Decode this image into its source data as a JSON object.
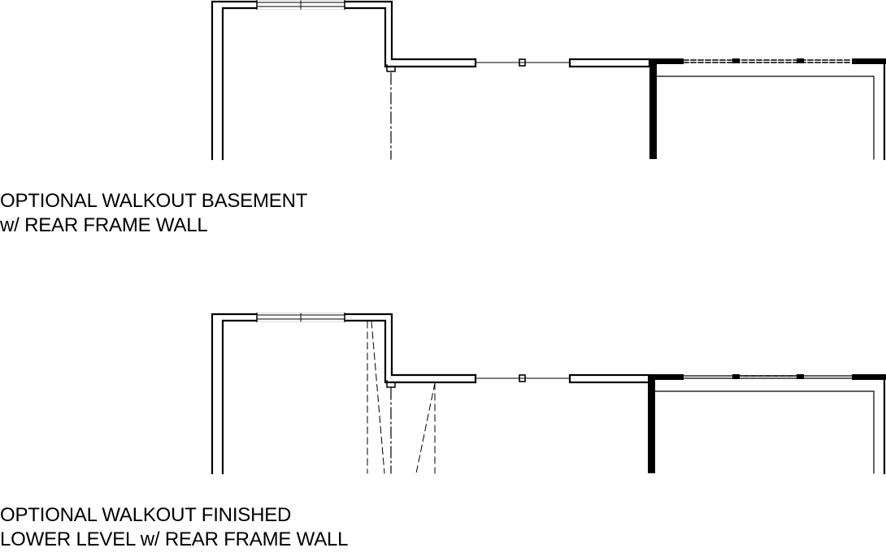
{
  "plans": [
    {
      "label_line1": "OPTIONAL WALKOUT BASEMENT",
      "label_line2": "w/ REAR FRAME WALL"
    },
    {
      "label_line1": "OPTIONAL WALKOUT FINISHED",
      "label_line2": "LOWER LEVEL w/ REAR FRAME WALL"
    }
  ],
  "colors": {
    "line": "#000000",
    "background": "#ffffff"
  }
}
